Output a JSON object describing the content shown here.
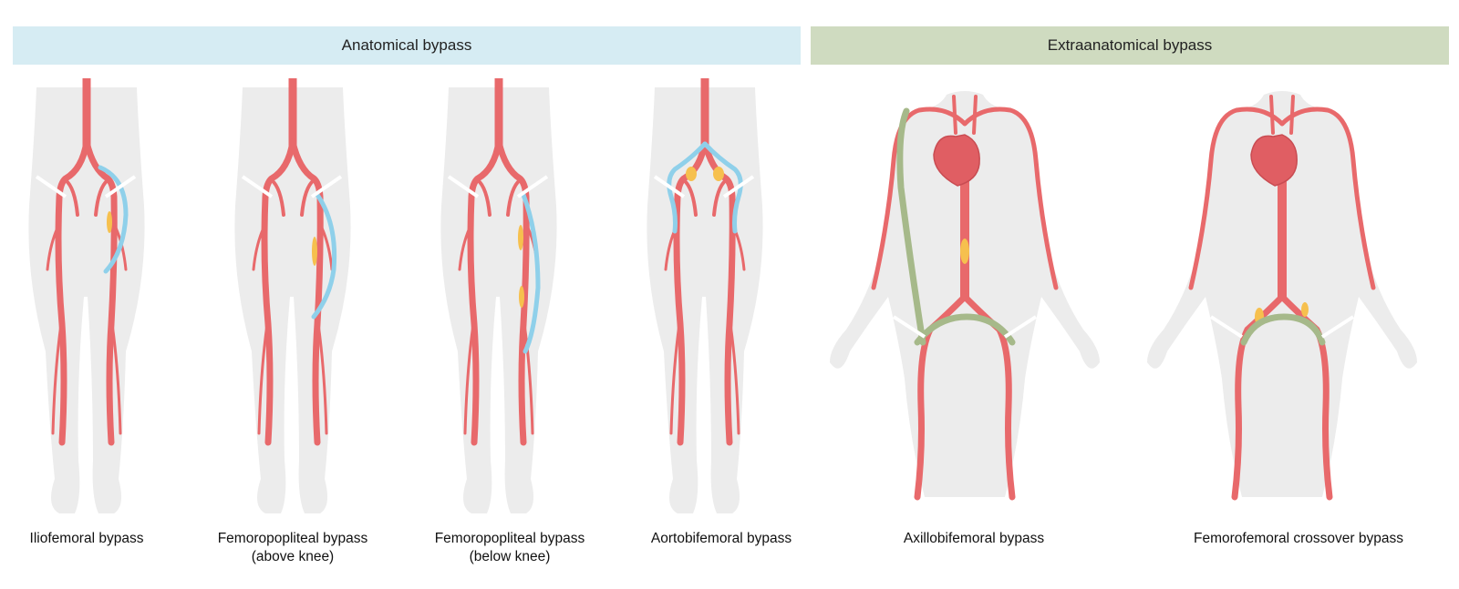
{
  "headers": {
    "anatomical": "Anatomical bypass",
    "extraanatomical": "Extraanatomical bypass"
  },
  "captions": {
    "iliofemoral": "Iliofemoral bypass",
    "fempop_above_1": "Femoropopliteal bypass",
    "fempop_above_2": "(above knee)",
    "fempop_below_1": "Femoropopliteal bypass",
    "fempop_below_2": "(below knee)",
    "aortobifemoral": "Aortobifemoral bypass",
    "axillobifemoral": "Axillobifemoral bypass",
    "femfem": "Femorofemoral crossover bypass"
  },
  "colors": {
    "artery": "#e8696b",
    "anatomical_graft": "#8fd0ea",
    "extraanatomical_graft": "#a6b98a",
    "plaque": "#f6c04e",
    "body": "#e9e9e9",
    "heart": "#e05e63"
  }
}
